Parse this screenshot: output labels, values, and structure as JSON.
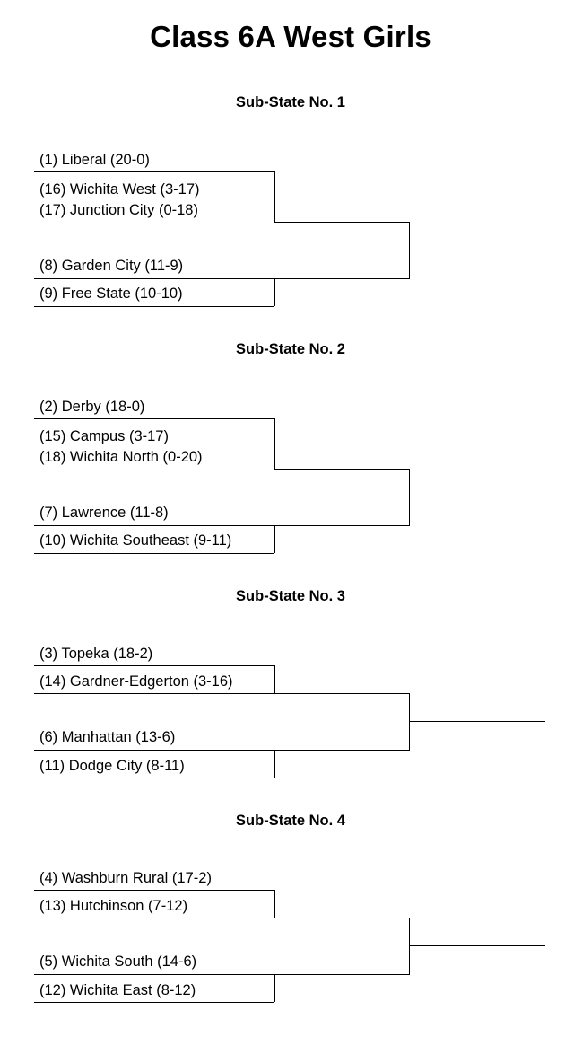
{
  "title": "Class 6A West Girls",
  "substates": [
    {
      "name": "Sub-State No. 1",
      "top": {
        "seed": "(1) Liberal (20-0)"
      },
      "play_in": [
        "(16) Wichita West (3-17)",
        "(17) Junction City (0-18)"
      ],
      "mid": "(8) Garden City (11-9)",
      "bottom": "(9) Free State (10-10)"
    },
    {
      "name": "Sub-State No. 2",
      "top": {
        "seed": "(2) Derby (18-0)"
      },
      "play_in": [
        "(15) Campus (3-17)",
        "(18) Wichita North (0-20)"
      ],
      "mid": "(7) Lawrence (11-8)",
      "bottom": "(10) Wichita Southeast (9-11)"
    },
    {
      "name": "Sub-State No. 3",
      "top": {
        "seed": "(3) Topeka (18-2)"
      },
      "play_in": [
        "(14) Gardner-Edgerton (3-16)"
      ],
      "mid": "(6) Manhattan (13-6)",
      "bottom": "(11) Dodge City (8-11)"
    },
    {
      "name": "Sub-State No. 4",
      "top": {
        "seed": "(4) Washburn Rural (17-2)"
      },
      "play_in": [
        "(13) Hutchinson (7-12)"
      ],
      "mid": "(5) Wichita South (14-6)",
      "bottom": "(12) Wichita East (8-12)"
    }
  ]
}
